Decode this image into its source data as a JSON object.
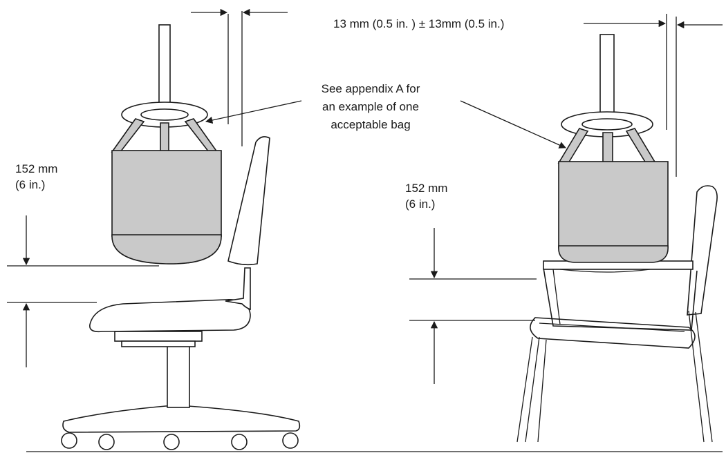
{
  "labels": {
    "tolerance": "13 mm (0.5 in. ) ± 13mm (0.5 in.)",
    "callout_line1": "See appendix A for",
    "callout_line2": "an example of one",
    "callout_line3": "acceptable bag",
    "left_height_mm": "152 mm",
    "left_height_in": "(6 in.)",
    "right_height_mm": "152 mm",
    "right_height_in": "(6 in.)"
  },
  "colors": {
    "bag_fill": "#c9c9c9",
    "outline": "#1a1a1a",
    "background": "#ffffff"
  }
}
